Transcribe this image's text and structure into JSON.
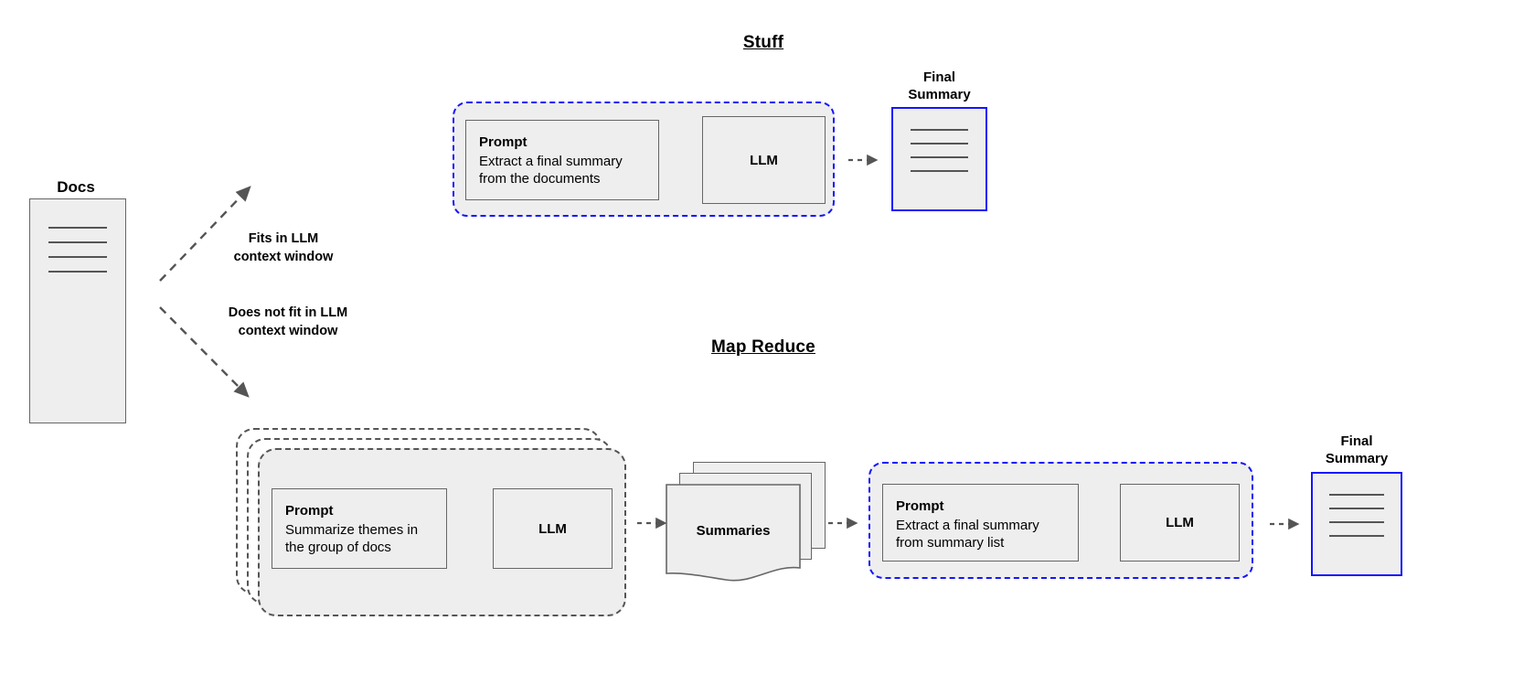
{
  "diagram": {
    "sections": [
      {
        "id": "stuff",
        "title": "Stuff"
      },
      {
        "id": "map_reduce",
        "title": "Map Reduce"
      }
    ],
    "source": {
      "label": "Docs",
      "line_count": 4
    },
    "branches": [
      {
        "id": "fits",
        "label": "Fits in LLM\ncontext window",
        "direction": "up-right"
      },
      {
        "id": "not_fits",
        "label": "Does not fit in LLM\ncontext window",
        "direction": "down-right"
      }
    ],
    "stuff": {
      "group": {
        "border_color": "#1414ff",
        "border_style": "dashed",
        "fill": "#eeeeee"
      },
      "prompt": {
        "title": "Prompt",
        "body": "Extract a final summary\nfrom the documents"
      },
      "llm": {
        "label": "LLM"
      },
      "output": {
        "caption": "Final\nSummary",
        "line_count": 4,
        "border_color": "#1414ff"
      }
    },
    "map_reduce": {
      "map_stack": {
        "copies": 3,
        "border_color": "#555555",
        "border_style": "dashed",
        "fill": "#eeeeee"
      },
      "map_prompt": {
        "title": "Prompt",
        "body": "Summarize themes in\nthe group of docs"
      },
      "map_llm": {
        "label": "LLM"
      },
      "summaries": {
        "label": "Summaries",
        "copies": 3
      },
      "reduce_group": {
        "border_color": "#1414ff",
        "border_style": "dashed",
        "fill": "#eeeeee"
      },
      "reduce_prompt": {
        "title": "Prompt",
        "body": "Extract a final summary\nfrom summary list"
      },
      "reduce_llm": {
        "label": "LLM"
      },
      "output": {
        "caption": "Final\nSummary",
        "line_count": 4,
        "border_color": "#1414ff"
      }
    },
    "colors": {
      "box_fill": "#eeeeee",
      "box_stroke": "#666666",
      "accent_blue": "#1414ff",
      "arrow_grey": "#555555",
      "text": "#000000"
    }
  }
}
